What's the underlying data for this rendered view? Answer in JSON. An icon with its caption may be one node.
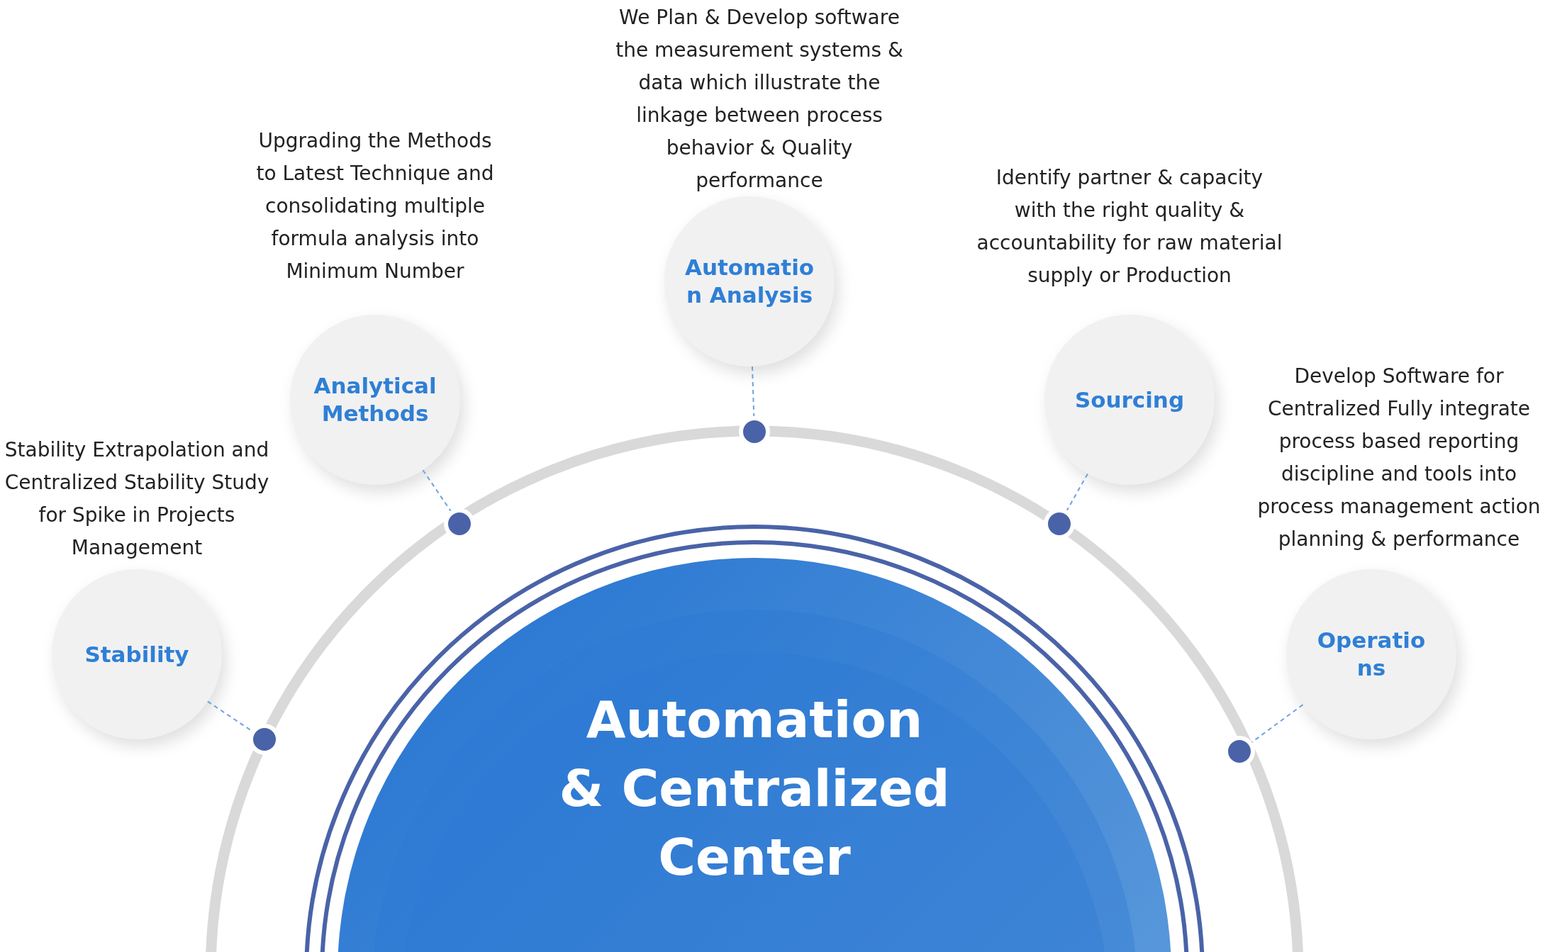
{
  "diagram": {
    "nodes": [
      {
        "text": [
          "Automation & Centralized Center"
        ]
      },
      {
        "text": [
          "Stability"
        ],
        "beside": [
          "Stability Extrapolation and Centralized Stability Study  for Spike in Projects Management"
        ]
      },
      {
        "text": [
          "Analytical Methods"
        ],
        "beside": [
          "Upgrading the Methods to Latest Technique and consolidating multiple formula analysis into Minimum Number"
        ]
      },
      {
        "text": [
          "Automation Analysis"
        ],
        "beside": [
          "We Plan & Develop software the measurement systems & data which illustrate the linkage between process behavior & Quality performance"
        ]
      },
      {
        "text": [
          "Sourcing"
        ],
        "beside": [
          "Identify  partner & capacity with the right quality & accountability for  raw material supply or Production"
        ]
      },
      {
        "text": [
          "Operations"
        ],
        "beside": [
          "Develop Software for Centralized Fully integrate process based reporting discipline and tools into process management action planning & performance"
        ]
      },
      {
        "text": [],
        "shape": "circle"
      },
      {
        "text": [],
        "shape": "circle"
      },
      {
        "text": [],
        "shape": "circle"
      },
      {
        "text": [],
        "shape": "circle"
      },
      {
        "text": [],
        "shape": "circle"
      }
    ],
    "edges": [
      {
        "from": 1,
        "to": 6,
        "arrow": "none",
        "style": "dashed"
      },
      {
        "from": 2,
        "to": 7,
        "arrow": "none",
        "style": "dashed"
      },
      {
        "from": 3,
        "to": 8,
        "arrow": "none",
        "style": "dashed"
      },
      {
        "from": 4,
        "to": 9,
        "arrow": "none",
        "style": "dashed"
      },
      {
        "from": 5,
        "to": 10,
        "arrow": "none",
        "style": "dashed"
      }
    ]
  }
}
